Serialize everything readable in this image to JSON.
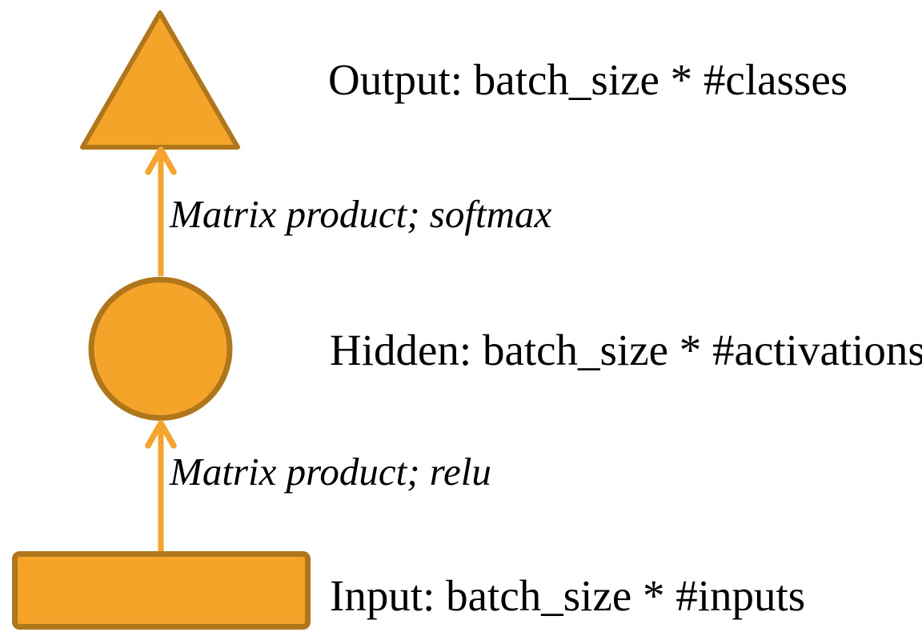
{
  "diagram": {
    "description": "Feed-forward neural network data-flow diagram with three stacked layers connected by upward arrows",
    "colors": {
      "shape_fill": "#F5A42A",
      "shape_stroke": "#B0761B",
      "arrow": "#F5A42E",
      "text": "#000000",
      "background": "#FFFFFF"
    },
    "nodes": [
      {
        "id": "output",
        "shape": "triangle",
        "label": "Output: batch_size * #classes"
      },
      {
        "id": "hidden",
        "shape": "circle",
        "label": "Hidden: batch_size * #activations"
      },
      {
        "id": "input",
        "shape": "rectangle",
        "label": "Input: batch_size * #inputs"
      }
    ],
    "edges": [
      {
        "from": "hidden",
        "to": "output",
        "label": "Matrix product; softmax"
      },
      {
        "from": "input",
        "to": "hidden",
        "label": "Matrix product; relu"
      }
    ]
  }
}
